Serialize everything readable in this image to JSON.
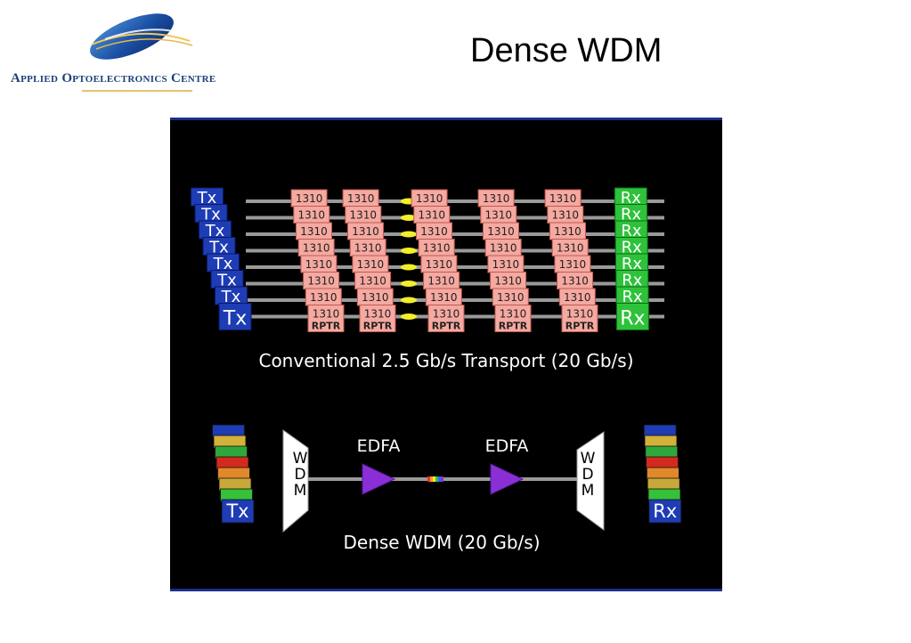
{
  "org": {
    "name": "Applied Optoelectronics Centre"
  },
  "slide": {
    "title": "Dense WDM"
  },
  "diagram": {
    "conventional": {
      "transmitter_label": "Tx",
      "receiver_label": "Rx",
      "repeater_wavelength": "1310",
      "repeater_label": "RPTR",
      "caption": "Conventional 2.5 Gb/s Transport  (20 Gb/s)",
      "channel_count": 8,
      "repeater_count": 5
    },
    "dwdm": {
      "transmitter_label": "Tx",
      "receiver_label": "Rx",
      "mux_label": "W D M",
      "amplifier_label": "EDFA",
      "caption": "Dense WDM  (20 Gb/s)",
      "channel_colors": [
        "#1e3cb4",
        "#d4b13a",
        "#2ea83a",
        "#d42a1e",
        "#e0882a",
        "#c9a83a",
        "#35c13a",
        "#1e3cb4"
      ]
    }
  },
  "colors": {
    "tx": "#1e3cb4",
    "rx": "#2ec23a",
    "repeater": "#f5a9a0",
    "amplifier": "#8a2fd6",
    "fiber": "#9a9a9a",
    "highlight": "#f2ee2a"
  }
}
